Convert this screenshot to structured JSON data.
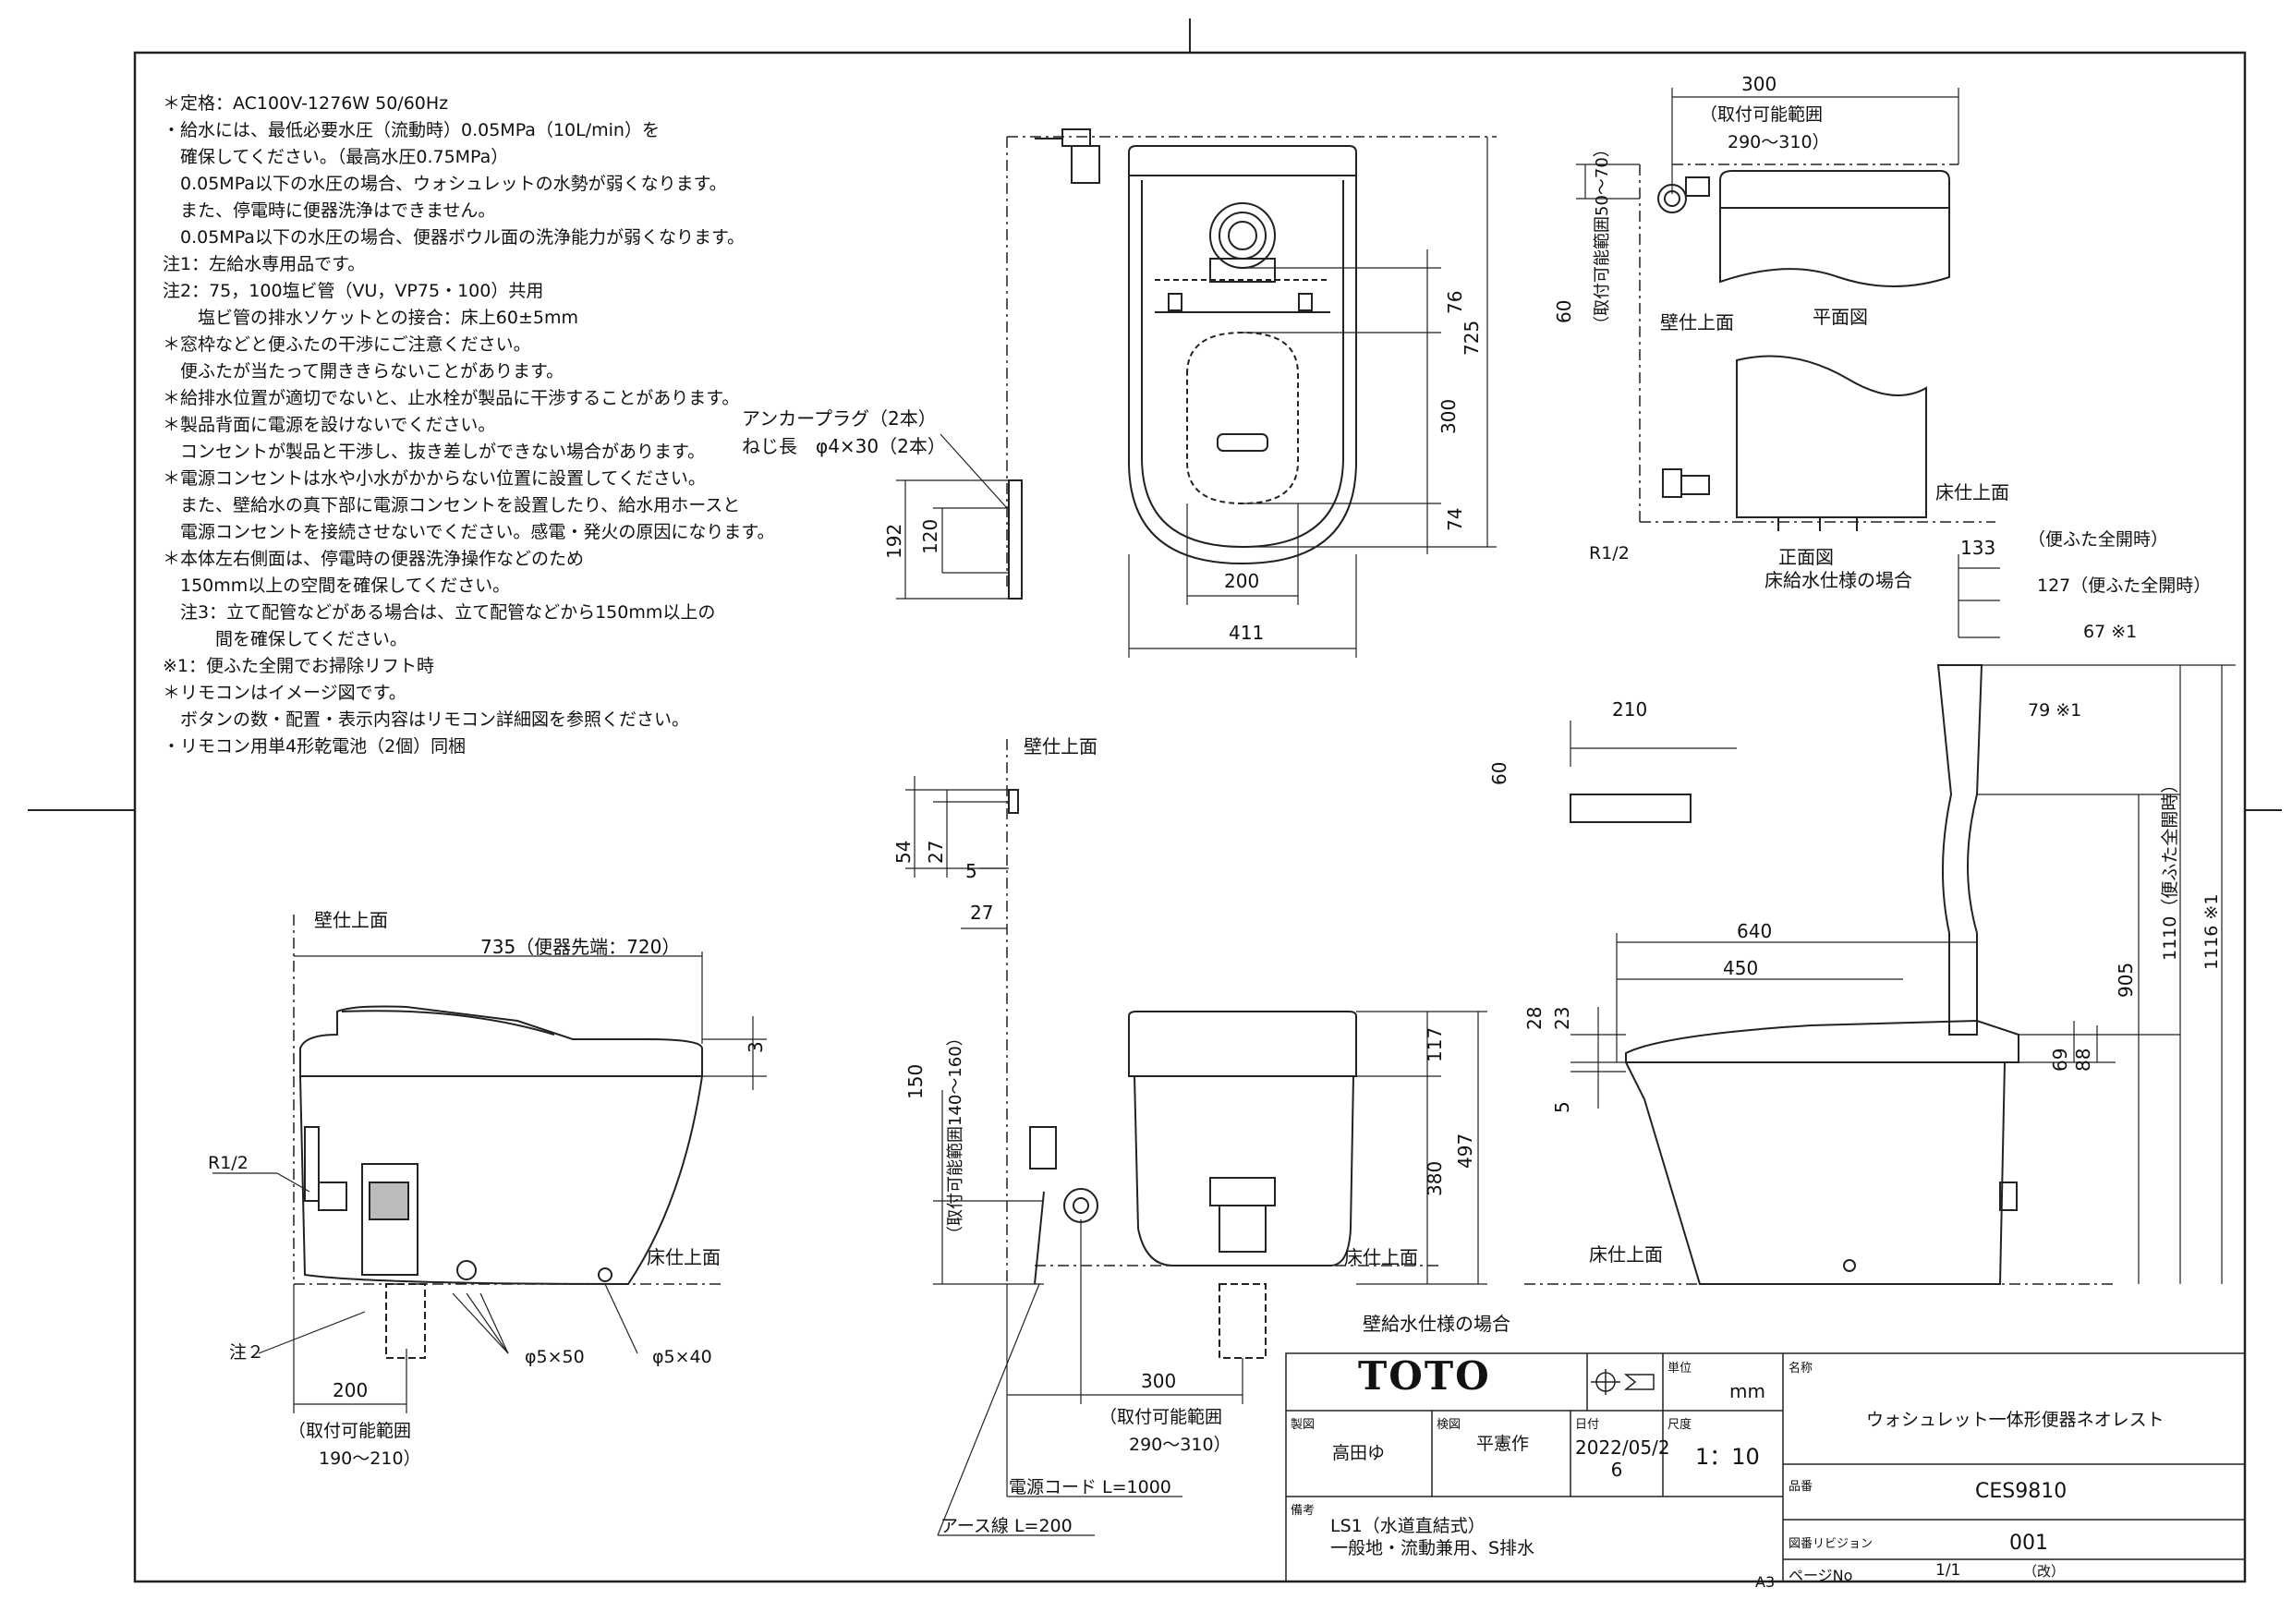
{
  "notes": [
    "＊定格：AC100V-1276W 50/60Hz",
    "・給水には、最低必要水圧（流動時）0.05MPa（10L/min）を",
    "　確保してください。（最高水圧0.75MPa）",
    "　0.05MPa以下の水圧の場合、ウォシュレットの水勢が弱くなります。",
    "　また、停電時に便器洗浄はできません。",
    "　0.05MPa以下の水圧の場合、便器ボウル面の洗浄能力が弱くなります。",
    "注1：左給水専用品です。",
    "注2：75，100塩ビ管（VU，VP75・100）共用",
    "　　塩ビ管の排水ソケットとの接合：床上60±5mm",
    "＊窓枠などと便ふたの干渉にご注意ください。",
    "　便ふたが当たって開ききらないことがあります。",
    "＊給排水位置が適切でないと、止水栓が製品に干渉することがあります。",
    "＊製品背面に電源を設けないでください。",
    "　コンセントが製品と干渉し、抜き差しができない場合があります。",
    "＊電源コンセントは水や小水がかからない位置に設置してください。",
    "　また、壁給水の真下部に電源コンセントを設置したり、給水用ホースと",
    "　電源コンセントを接続させないでください。感電・発火の原因になります。",
    "＊本体左右側面は、停電時の便器洗浄操作などのため",
    "　150mm以上の空間を確保してください。",
    "　注3：立て配管などがある場合は、立て配管などから150mm以上の",
    "　　　間を確保してください。",
    "※1：便ふた全開でお掃除リフト時",
    "＊リモコンはイメージ図です。",
    "　ボタンの数・配置・表示内容はリモコン詳細図を参照ください。",
    "・リモコン用単4形乾電池（2個）同梱"
  ],
  "labels": {
    "anchor1": "アンカープラグ（2本）",
    "anchor2": "ねじ長　φ4×30（2本）",
    "wall_top": "壁仕上面",
    "floor_top": "床仕上面",
    "plan_view": "平面図",
    "front_view": "正面図",
    "floor_supply": "床給水仕様の場合",
    "wall_supply": "壁給水仕様の場合",
    "r12": "R1/2",
    "mount_range": "（取付可能範囲",
    "range_290_310": "290～310）",
    "range_190_210": "190～210）",
    "range_50_70": "（取付可能範囲50～70）",
    "range_140_160": "（取付可能範囲140～160）",
    "note2": "注２",
    "screw_50": "φ5×50",
    "screw_40": "φ5×40",
    "power_cord": "電源コード L=1000",
    "earth_wire": "アース線 L=200",
    "lid_open_133": "（便ふた全開時）",
    "lid_open_127": "127（便ふた全開時）",
    "dim_67": "67 ※1",
    "dim_79": "79 ※1",
    "lid_open_1110": "1110（便ふた全開時）",
    "dim_1116": "1116 ※1",
    "toilet_tip": "735（便器先端：720）",
    "a3": "A3"
  },
  "dims": {
    "d300_top": "300",
    "d60": "60",
    "d76": "76",
    "d725": "725",
    "d300": "300",
    "d74": "74",
    "d200": "200",
    "d411": "411",
    "d192": "192",
    "d120": "120",
    "d133": "133",
    "d210": "210",
    "d60b": "60",
    "d54": "54",
    "d27": "27",
    "d5": "5",
    "d27b": "27",
    "d3": "3",
    "d150": "150",
    "d117": "117",
    "d380": "380",
    "d497": "497",
    "d640": "640",
    "d450": "450",
    "d28": "28",
    "d23": "23",
    "d5b": "5",
    "d69": "69",
    "d88": "88",
    "d905": "905",
    "d200b": "200",
    "d300b": "300"
  },
  "title_block": {
    "logo": "TOTO",
    "unit_label": "単位",
    "unit": "mm",
    "name_label": "名称",
    "name": "ウォシュレット一体形便器ネオレスト",
    "drawn_label": "製図",
    "drawn": "高田ゆ",
    "checked_label": "検図",
    "checked": "平憲作",
    "date_label": "日付",
    "date": "2022/05/2\n6",
    "scale_label": "尺度",
    "scale": "1：10",
    "product_label": "品番",
    "product": "CES9810",
    "remarks_label": "備考",
    "remarks": "LS1（水道直結式）\n一般地・流動兼用、S排水",
    "revision_label": "図番リビジョン",
    "revision": "001",
    "page_label": "ページNo",
    "page": "1/1",
    "page_suffix": "（改）"
  }
}
